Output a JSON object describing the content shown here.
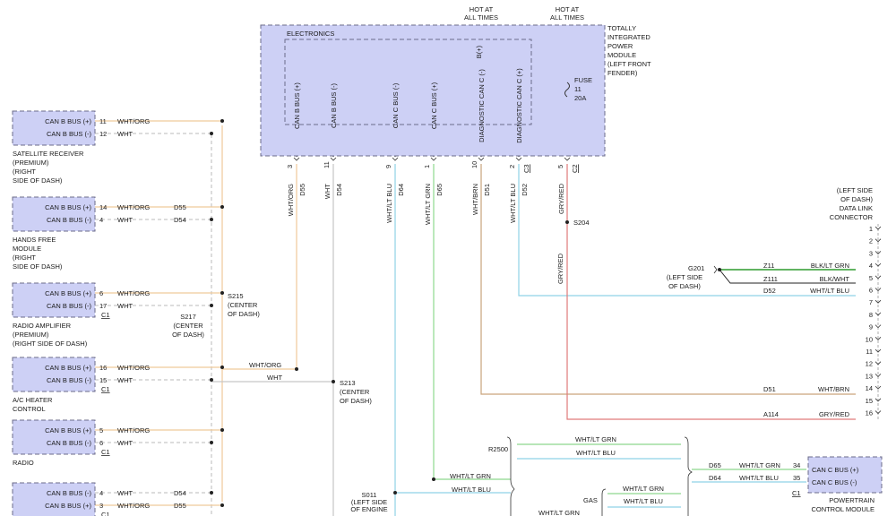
{
  "supply": [
    {
      "name": "hot-at-all-times-battery",
      "text": [
        "HOT AT",
        "ALL TIMES"
      ]
    },
    {
      "name": "hot-at-all-times-fuse",
      "text": [
        "HOT AT",
        "ALL TIMES"
      ]
    }
  ],
  "tipm": {
    "inner_label": "ELECTRONICS",
    "name_lines": [
      "TOTALLY",
      "INTEGRATED",
      "POWER",
      "MODULE",
      "(LEFT FRONT",
      "FENDER)"
    ],
    "battery_pin": "B(+)",
    "fuse_lines": [
      "FUSE",
      "11",
      "20A"
    ],
    "pins": [
      {
        "label": "CAN B BUS (+)",
        "pin": "3",
        "color": "WHT/ORG",
        "circuit": "D55",
        "conn": ""
      },
      {
        "label": "CAN B BUS (-)",
        "pin": "11",
        "color": "WHT",
        "circuit": "D54",
        "conn": ""
      },
      {
        "label": "CAN C BUS (-)",
        "pin": "9",
        "color": "WHT/LT BLU",
        "circuit": "D64",
        "conn": ""
      },
      {
        "label": "CAN C BUS (+)",
        "pin": "1",
        "color": "WHT/LT GRN",
        "circuit": "D65",
        "conn": ""
      },
      {
        "label": "DIAGNOSTIC CAN C (-)",
        "pin": "10",
        "color": "WHT/BRN",
        "circuit": "D51",
        "conn": ""
      },
      {
        "label": "DIAGNOSTIC CAN C (+)",
        "pin": "2",
        "color": "WHT/LT BLU",
        "circuit": "D52",
        "conn": "C3"
      },
      {
        "label": "",
        "pin": "5",
        "color": "GRY/RED",
        "circuit": "",
        "conn": "C2"
      }
    ]
  },
  "modules": [
    {
      "pins": [
        "CAN B BUS (+)",
        "CAN B BUS (-)"
      ],
      "nums": [
        "11",
        "12"
      ],
      "colors": [
        "WHT/ORG",
        "WHT"
      ],
      "circuits": [
        "",
        ""
      ],
      "conn": "",
      "name": [
        "SATELLITE RECEIVER",
        "(PREMIUM)",
        "(RIGHT",
        "SIDE OF DASH)"
      ]
    },
    {
      "pins": [
        "CAN B BUS (+)",
        "CAN B BUS (-)"
      ],
      "nums": [
        "14",
        "4"
      ],
      "colors": [
        "WHT/ORG",
        "WHT"
      ],
      "circuits": [
        "D55",
        "D54"
      ],
      "conn": "",
      "name": [
        "HANDS FREE",
        "MODULE",
        "(RIGHT",
        "SIDE OF DASH)"
      ]
    },
    {
      "pins": [
        "CAN B BUS (+)",
        "CAN B BUS (-)"
      ],
      "nums": [
        "6",
        "17"
      ],
      "colors": [
        "WHT/ORG",
        "WHT"
      ],
      "circuits": [
        "",
        ""
      ],
      "conn": "C1",
      "name": [
        "RADIO AMPLIFIER",
        "(PREMIUM)",
        "(RIGHT SIDE OF DASH)"
      ]
    },
    {
      "pins": [
        "CAN B BUS (+)",
        "CAN B BUS (-)"
      ],
      "nums": [
        "16",
        "15"
      ],
      "colors": [
        "WHT/ORG",
        "WHT"
      ],
      "circuits": [
        "",
        ""
      ],
      "conn": "C1",
      "name": [
        "A/C HEATER",
        "CONTROL"
      ]
    },
    {
      "pins": [
        "CAN B BUS (+)",
        "CAN B BUS (-)"
      ],
      "nums": [
        "5",
        "6"
      ],
      "colors": [
        "WHT/ORG",
        "WHT"
      ],
      "circuits": [
        "",
        ""
      ],
      "conn": "C1",
      "name": [
        "RADIO"
      ]
    },
    {
      "pins": [
        "CAN B BUS (-)",
        "CAN B BUS (+)"
      ],
      "nums": [
        "4",
        "3"
      ],
      "colors": [
        "WHT",
        "WHT/ORG"
      ],
      "circuits": [
        "D54",
        "D55"
      ],
      "conn": "C1",
      "name": []
    }
  ],
  "splices": {
    "s215": [
      "S215",
      "(CENTER",
      "OF DASH)"
    ],
    "s217": [
      "S217",
      "(CENTER",
      "OF DASH)"
    ],
    "s213": [
      "S213",
      "(CENTER",
      "OF DASH)"
    ],
    "s204": "S204",
    "s011": [
      "S011",
      "(LEFT SIDE",
      "OF ENGINE"
    ]
  },
  "trunk": {
    "color_top": "WHT/ORG",
    "color_bottom": "WHT"
  },
  "s204_color": "GRY/RED",
  "dlc": {
    "name_lines": [
      "(LEFT SIDE",
      "OF DASH)",
      "DATA LINK",
      "CONNECTOR"
    ],
    "pins": [
      "1",
      "2",
      "3",
      "4",
      "5",
      "6",
      "7",
      "8",
      "9",
      "10",
      "11",
      "12",
      "13",
      "14",
      "15",
      "16"
    ]
  },
  "ground": {
    "id": "G201",
    "location": [
      "(LEFT SIDE",
      "OF DASH)"
    ]
  },
  "dlc_wires": [
    {
      "circuit": "Z11",
      "color": "BLK/LT GRN",
      "pin": "4"
    },
    {
      "circuit": "Z111",
      "color": "BLK/WHT",
      "pin": "5"
    },
    {
      "circuit": "D52",
      "color": "WHT/LT BLU",
      "pin": "6"
    },
    {
      "circuit": "D51",
      "color": "WHT/BRN",
      "pin": "14"
    },
    {
      "circuit": "A114",
      "color": "GRY/RED",
      "pin": "16"
    }
  ],
  "lower": {
    "r2500": "R2500",
    "r2500_colors": [
      "WHT/LT GRN",
      "WHT/LT BLU"
    ],
    "s011_colors": [
      "WHT/LT GRN",
      "WHT/LT BLU"
    ],
    "gas": "GAS",
    "gas_colors": [
      "WHT/LT GRN",
      "WHT/LT BLU"
    ],
    "bottom_color": "WHT/LT GRN",
    "pcm_wires": [
      {
        "circuit": "D65",
        "color": "WHT/LT GRN",
        "pin": "34"
      },
      {
        "circuit": "D64",
        "color": "WHT/LT BLU",
        "pin": "35"
      }
    ],
    "pcm_conn": "C1",
    "pcm_pins": [
      "CAN C BUS (+)",
      "CAN C BUS (-)"
    ],
    "pcm_name": [
      "POWERTRAIN",
      "CONTROL MODULE"
    ]
  },
  "colors": {
    "box_fill": "#cdd0f5",
    "box_stroke": "#6b6b8a",
    "wire_orange": "#efc99a",
    "wire_white": "#c6c6c6",
    "wire_blue": "#8fd2e6",
    "wire_green": "#8ed88e",
    "wire_brown": "#c9a47c",
    "wire_red": "#e07a7a",
    "wire_dark_green": "#2e9a2e"
  }
}
